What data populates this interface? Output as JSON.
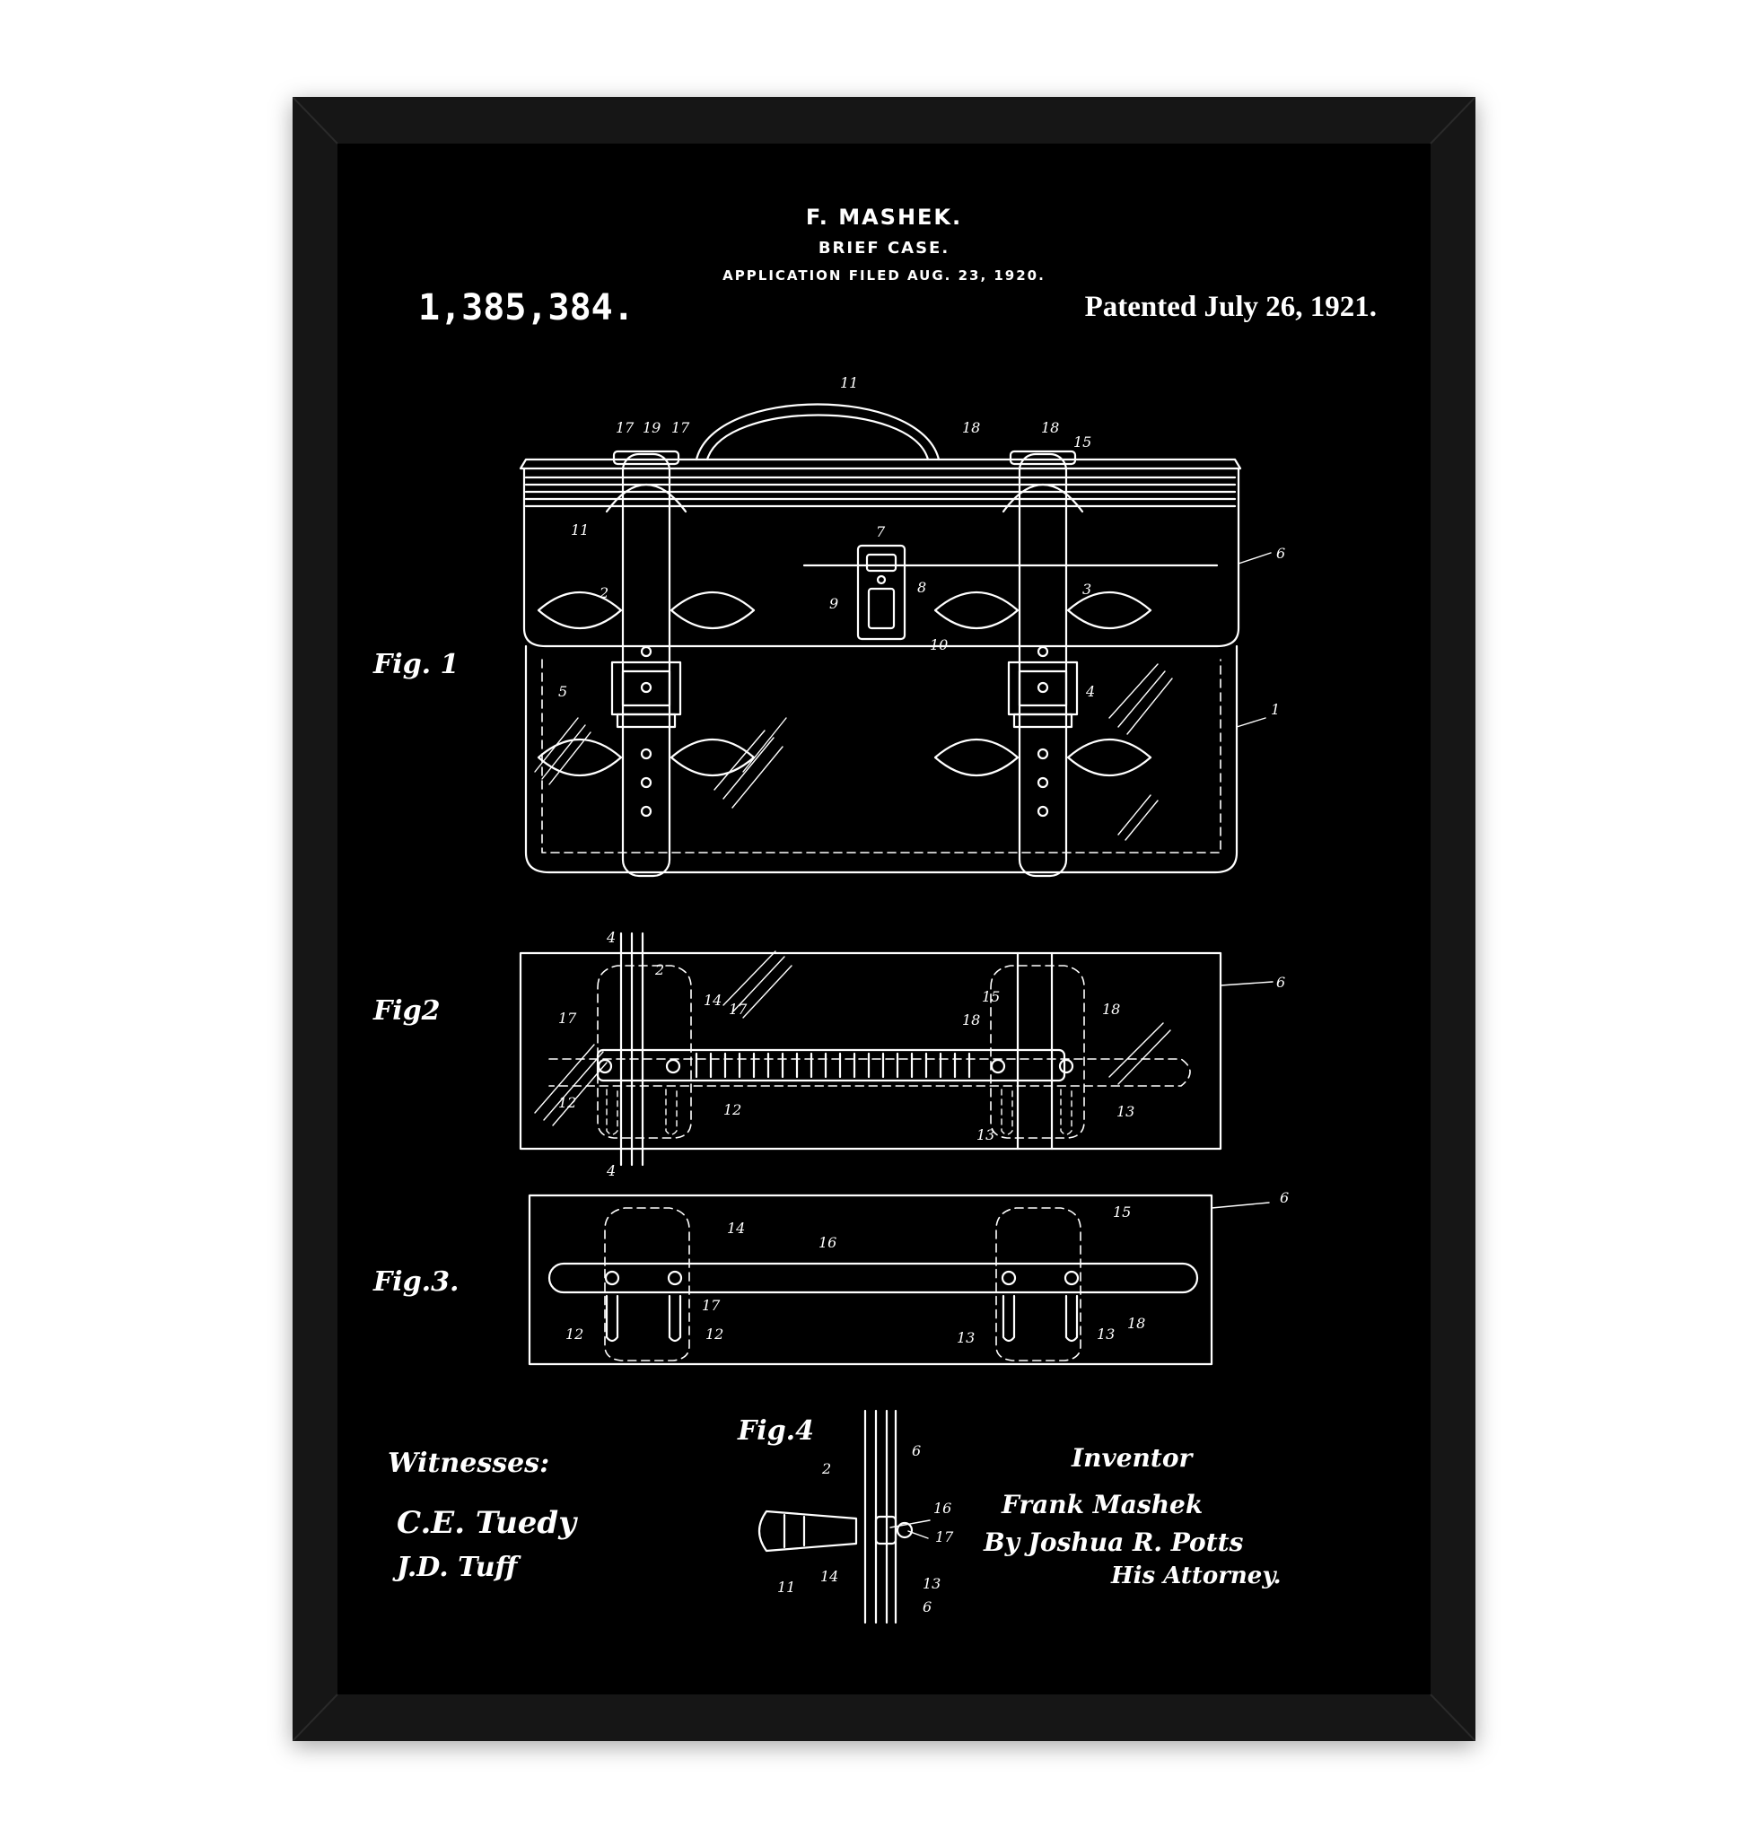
{
  "patent": {
    "inventor": "F. MASHEK.",
    "title": "BRIEF CASE.",
    "application_filed": "APPLICATION FILED AUG. 23, 1920.",
    "number": "1,385,384.",
    "patented": "Patented July 26, 1921."
  },
  "figures": {
    "fig1": "Fig. 1",
    "fig2": "Fig2",
    "fig3": "Fig.3.",
    "fig4": "Fig.4"
  },
  "signatures": {
    "witnesses_label": "Witnesses:",
    "witness_1": "C.E. Tuedy",
    "witness_2": "J.D. Tuff",
    "inventor_label": "Inventor",
    "inventor_name": "Frank Mashek",
    "attorney_line": "By Joshua R. Potts",
    "attorney_label": "His Attorney."
  },
  "reference_numerals": {
    "n1": "1",
    "n2": "2",
    "n3": "3",
    "n4": "4",
    "n5": "5",
    "n6": "6",
    "n7": "7",
    "n8": "8",
    "n9": "9",
    "n10": "10",
    "n11": "11",
    "n12": "12",
    "n13": "13",
    "n14": "14",
    "n15": "15",
    "n16": "16",
    "n17": "17",
    "n18": "18",
    "n19": "19"
  },
  "colors": {
    "frame": "#161616",
    "poster_background": "#000000",
    "ink": "#ffffff",
    "wall": "#ffffff"
  }
}
